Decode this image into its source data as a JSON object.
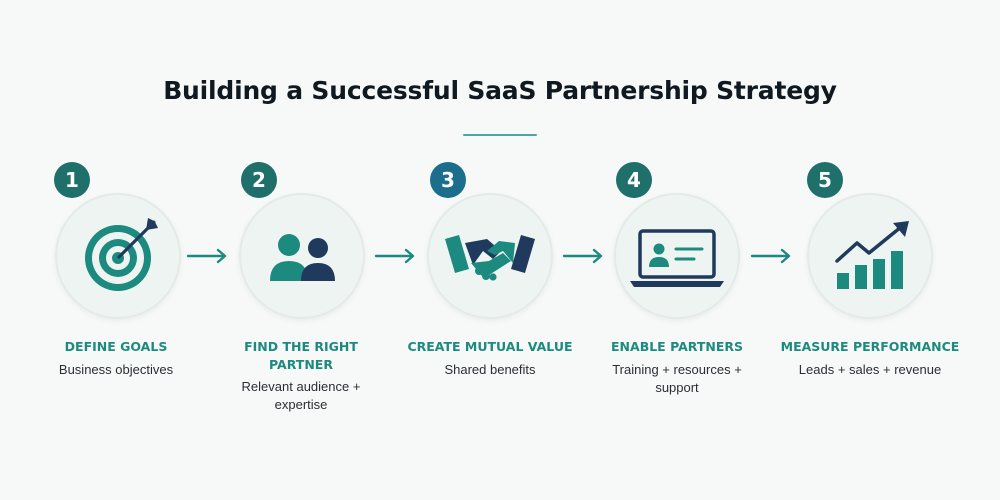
{
  "title": "Building a Successful SaaS Partnership Strategy",
  "colors": {
    "teal": "#1d8a80",
    "dark_teal": "#1f6f6a",
    "blue_teal": "#1c6f8c",
    "navy": "#1f3a5c",
    "title": "#101820"
  },
  "steps": [
    {
      "number": "1",
      "icon": "target-icon",
      "label": [
        "DEFINE GOALS"
      ],
      "description": [
        "Business objectives"
      ]
    },
    {
      "number": "2",
      "icon": "people-icon",
      "label": [
        "FIND THE RIGHT",
        "PARTNER"
      ],
      "description": [
        "Relevant audience +",
        "expertise"
      ]
    },
    {
      "number": "3",
      "icon": "handshake-icon",
      "label": [
        "CREATE MUTUAL VALUE"
      ],
      "description": [
        "Shared benefits"
      ]
    },
    {
      "number": "4",
      "icon": "laptop-icon",
      "label": [
        "ENABLE PARTNERS"
      ],
      "description": [
        "Training + resources +",
        "support"
      ]
    },
    {
      "number": "5",
      "icon": "growth-chart-icon",
      "label": [
        "MEASURE PERFORMANCE"
      ],
      "description": [
        "Leads + sales + revenue"
      ]
    }
  ]
}
